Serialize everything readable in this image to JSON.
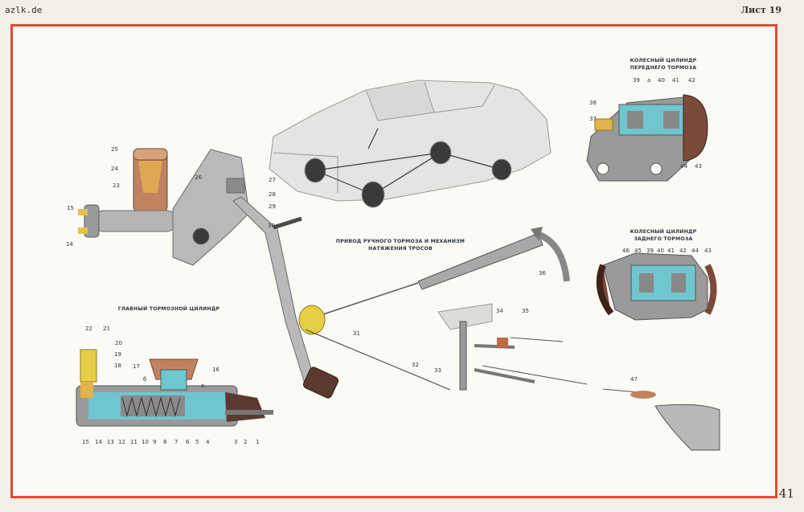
{
  "header": {
    "site": "azlk.de",
    "sheet": "Лист 19"
  },
  "page_number": "41",
  "captions": {
    "front_cylinder_1": "КОЛЕСНЫЙ ЦИЛИНДР",
    "front_cylinder_2": "ПЕРЕДНЕГО ТОРМОЗА",
    "rear_cylinder_1": "КОЛЕСНЫЙ ЦИЛИНДР",
    "rear_cylinder_2": "ЗАДНЕГО ТОРМОЗА",
    "handbrake_1": "ПРИВОД РУЧНОГО ТОРМОЗА И МЕХАНИЗМ",
    "handbrake_2": "НАТЯЖЕНИЯ ТРОСОВ",
    "master_cylinder": "ГЛАВНЫЙ ТОРМОЗНОЙ ЦИЛИНДР"
  },
  "labels": {
    "l25": "25",
    "l24": "24",
    "l23": "23",
    "l15a": "15",
    "l14a": "14",
    "l26": "26",
    "l27": "27",
    "l28": "28",
    "l29": "29",
    "l30": "30",
    "l39a": "39",
    "la": "а",
    "l40a": "40",
    "l41a": "41",
    "l42a": "42",
    "l38": "38",
    "l37": "37",
    "l44a": "44",
    "l43a": "43",
    "l46": "46",
    "l45": "45",
    "l39b": "39",
    "l40b": "40",
    "l41b": "41",
    "l42b": "42",
    "l44b": "44",
    "l43b": "43",
    "l36": "36",
    "l31": "31",
    "l32": "32",
    "l33": "33",
    "l34": "34",
    "l35": "35",
    "l47": "47",
    "l22": "22",
    "l21": "21",
    "l20": "20",
    "l19": "19",
    "l18": "18",
    "l17": "17",
    "l16": "16",
    "lb": "б",
    "lv": "в",
    "b15": "15",
    "b14": "14",
    "b13": "13",
    "b12": "12",
    "b11": "11",
    "b10": "10",
    "b9": "9",
    "b8": "8",
    "b7": "7",
    "b6": "6",
    "b5": "5",
    "b4": "4",
    "b3": "3",
    "b2": "2",
    "b1": "1"
  },
  "colors": {
    "frame": "#e04a33",
    "fluid": "#6fc6cf",
    "metal": "#9a9a9a",
    "tank": "#c08360",
    "yellow": "#e6cf45",
    "rubber": "#5a3a30"
  }
}
